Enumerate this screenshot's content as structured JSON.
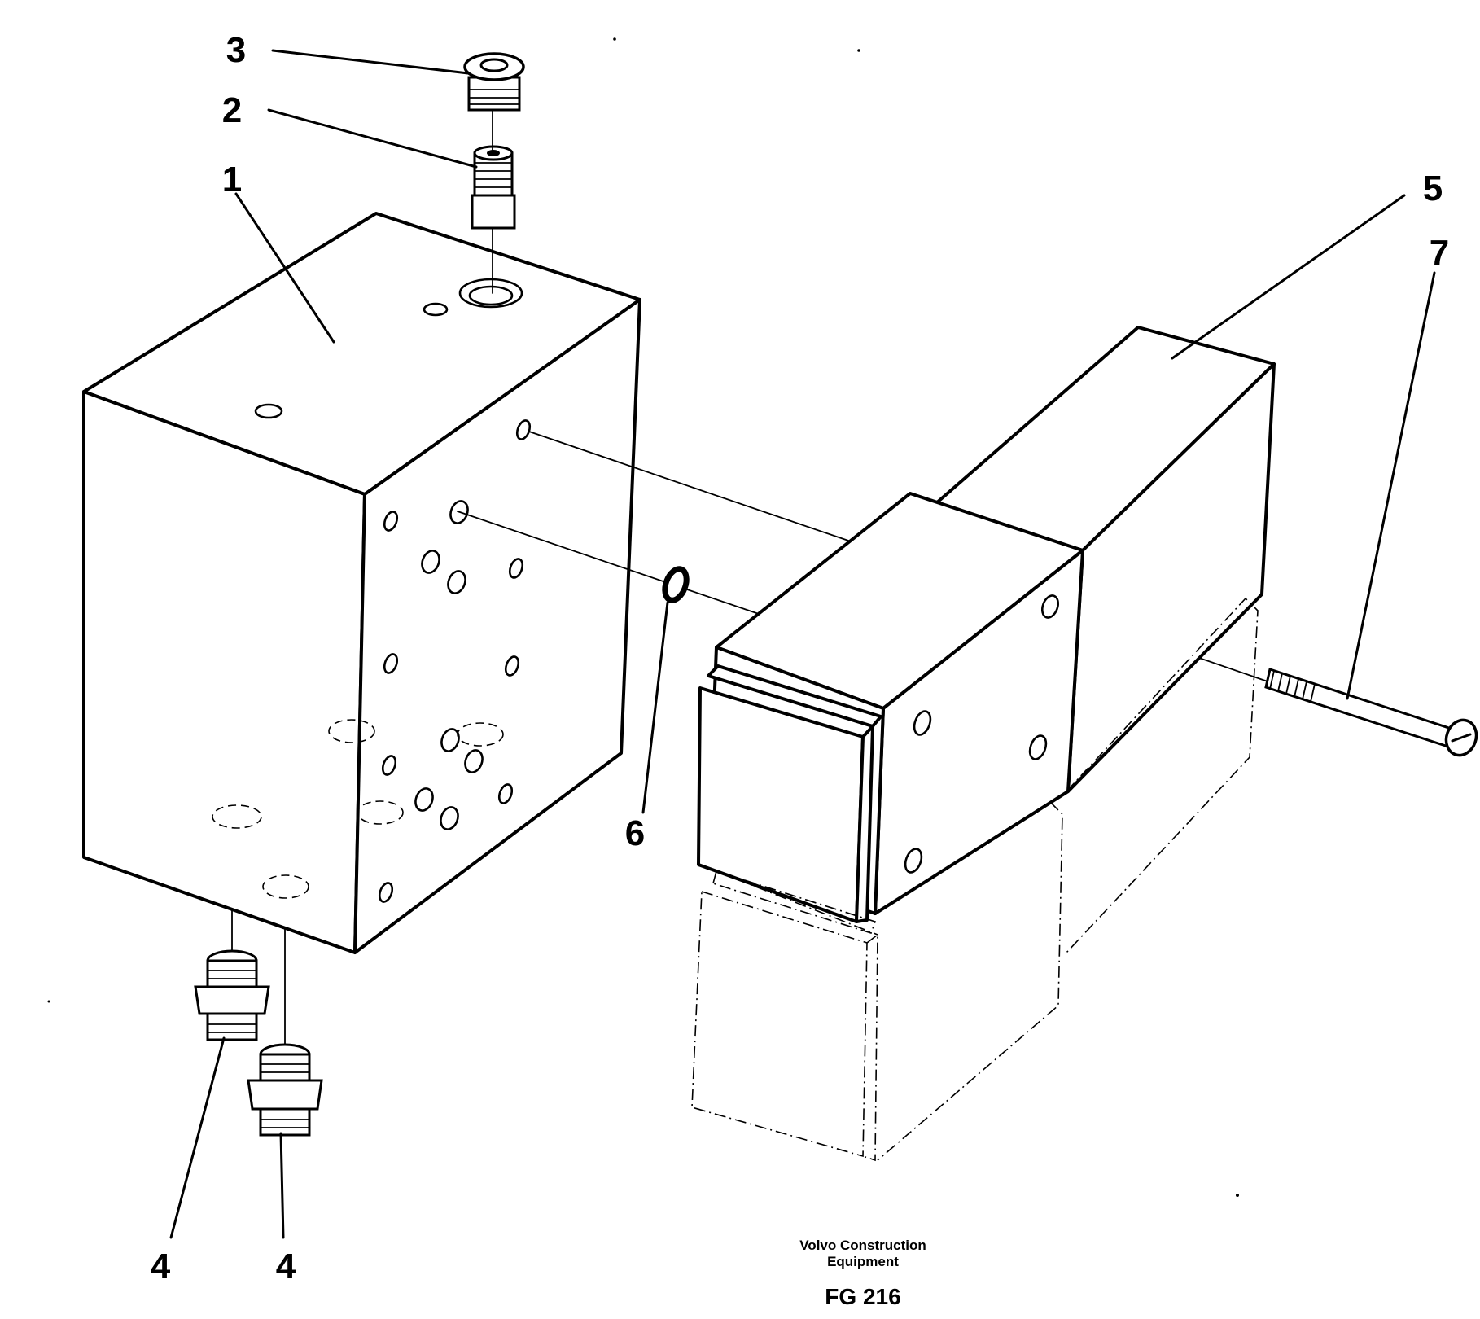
{
  "callouts": {
    "c1": "1",
    "c2": "2",
    "c3": "3",
    "c4a": "4",
    "c4b": "4",
    "c5": "5",
    "c6": "6",
    "c7": "7"
  },
  "footer": {
    "company_line1": "Volvo Construction",
    "company_line2": "Equipment",
    "figure_code": "FG 216"
  }
}
